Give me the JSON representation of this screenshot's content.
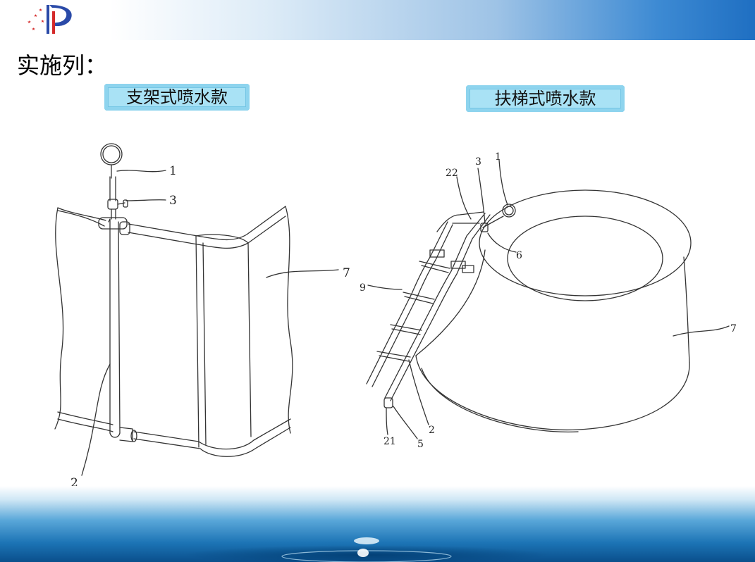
{
  "slide": {
    "heading": "实施列：",
    "left_caption": "支架式喷水款",
    "right_caption": "扶梯式喷水款"
  },
  "left_labels": {
    "l1": "1",
    "l3": "3",
    "l7": "7",
    "l2": "2"
  },
  "right_labels": {
    "l22": "22",
    "l3": "3",
    "l1": "1",
    "l6": "6",
    "l9": "9",
    "l7": "7",
    "l2": "2",
    "l21": "21",
    "l5": "5"
  },
  "colors": {
    "accent_blue": "#1f6fc2",
    "badge_fill": "#a9e2f5",
    "water_blue": "#0b5d9e"
  }
}
